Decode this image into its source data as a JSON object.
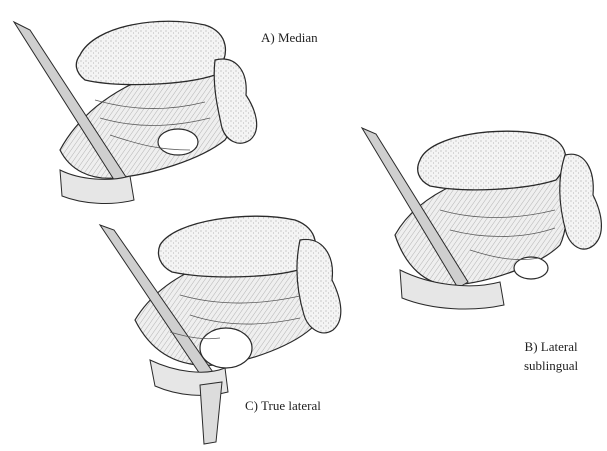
{
  "labels": {
    "a": "A) Median",
    "b_line1": "B) Lateral",
    "b_line2": "sublingual",
    "c": "C) True lateral"
  },
  "colors": {
    "ink": "#2a2a2a",
    "paper": "#ffffff",
    "shade": "#d7d7d7",
    "swelling": "#ffffff"
  },
  "figures": [
    {
      "id": "A",
      "icon": "anatomical-section-illustration"
    },
    {
      "id": "B",
      "icon": "anatomical-section-illustration"
    },
    {
      "id": "C",
      "icon": "anatomical-section-illustration"
    }
  ]
}
